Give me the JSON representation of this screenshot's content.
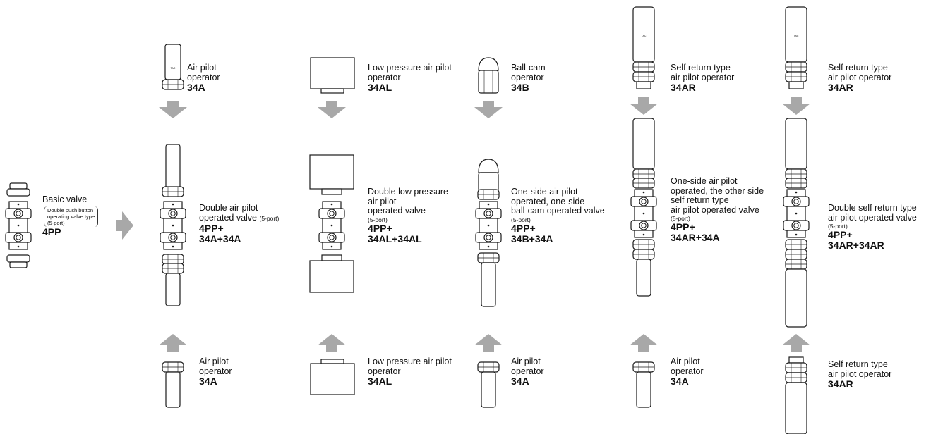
{
  "basic": {
    "name": "Basic valve",
    "note": [
      "Double push button",
      "operating valve type",
      "(5-port)"
    ],
    "code": "4PP"
  },
  "columns": [
    {
      "top": {
        "lines": [
          "Air pilot",
          "operator"
        ],
        "code": "34A"
      },
      "mid": {
        "lines": [
          "Double air pilot"
        ],
        "port_line": "operated valve",
        "port": "(5-port)",
        "codes": [
          "4PP+",
          "34A+34A"
        ]
      },
      "bottom": {
        "lines": [
          "Air pilot",
          "operator"
        ],
        "code": "34A"
      }
    },
    {
      "top": {
        "lines": [
          "Low pressure air pilot",
          "operator"
        ],
        "code": "34AL"
      },
      "mid": {
        "lines": [
          "Double low pressure",
          "air pilot",
          "operated valve"
        ],
        "port": "(5-port)",
        "codes": [
          "4PP+",
          "34AL+34AL"
        ]
      },
      "bottom": {
        "lines": [
          "Low pressure air pilot",
          "operator"
        ],
        "code": "34AL"
      }
    },
    {
      "top": {
        "lines": [
          "Ball-cam",
          "operator"
        ],
        "code": "34B"
      },
      "mid": {
        "lines": [
          "One-side air pilot",
          "operated, one-side",
          "ball-cam operated valve"
        ],
        "port": "(5-port)",
        "codes": [
          "4PP+",
          "34B+34A"
        ]
      },
      "bottom": {
        "lines": [
          "Air pilot",
          "operator"
        ],
        "code": "34A"
      }
    },
    {
      "top": {
        "lines": [
          "Self return type",
          "air pilot operator"
        ],
        "code": "34AR"
      },
      "mid": {
        "lines": [
          "One-side air pilot",
          "operated, the other side",
          "self return type",
          "air pilot operated valve"
        ],
        "port": "(5-port)",
        "codes": [
          "4PP+",
          "34AR+34A"
        ]
      },
      "bottom": {
        "lines": [
          "Air pilot",
          "operator"
        ],
        "code": "34A"
      }
    },
    {
      "top": {
        "lines": [
          "Self return type",
          "air pilot operator"
        ],
        "code": "34AR"
      },
      "mid": {
        "lines": [
          "Double self return type",
          "air pilot operated valve"
        ],
        "port": "(5-port)",
        "codes": [
          "4PP+",
          "34AR+34AR"
        ]
      },
      "bottom": {
        "lines": [
          "Self return type",
          "air pilot operator"
        ],
        "code": "34AR"
      }
    }
  ],
  "colors": {
    "line": "#1a1a1a",
    "arrow": "#a8a8a8",
    "fill": "#ffffff"
  },
  "icons": [
    "operator-drawing",
    "valve-drawing",
    "flow-arrow"
  ]
}
